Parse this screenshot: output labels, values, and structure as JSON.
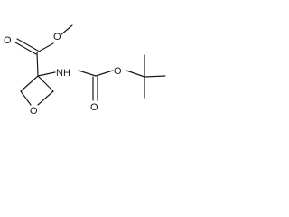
{
  "molecule": {
    "atoms": {
      "ester_carbonyl_oxygen": "O",
      "ester_ether_oxygen": "O",
      "amine": "NH",
      "carbamate_carbonyl_oxygen": "O",
      "carbamate_ether_oxygen": "O",
      "oxetane_oxygen": "O"
    }
  }
}
